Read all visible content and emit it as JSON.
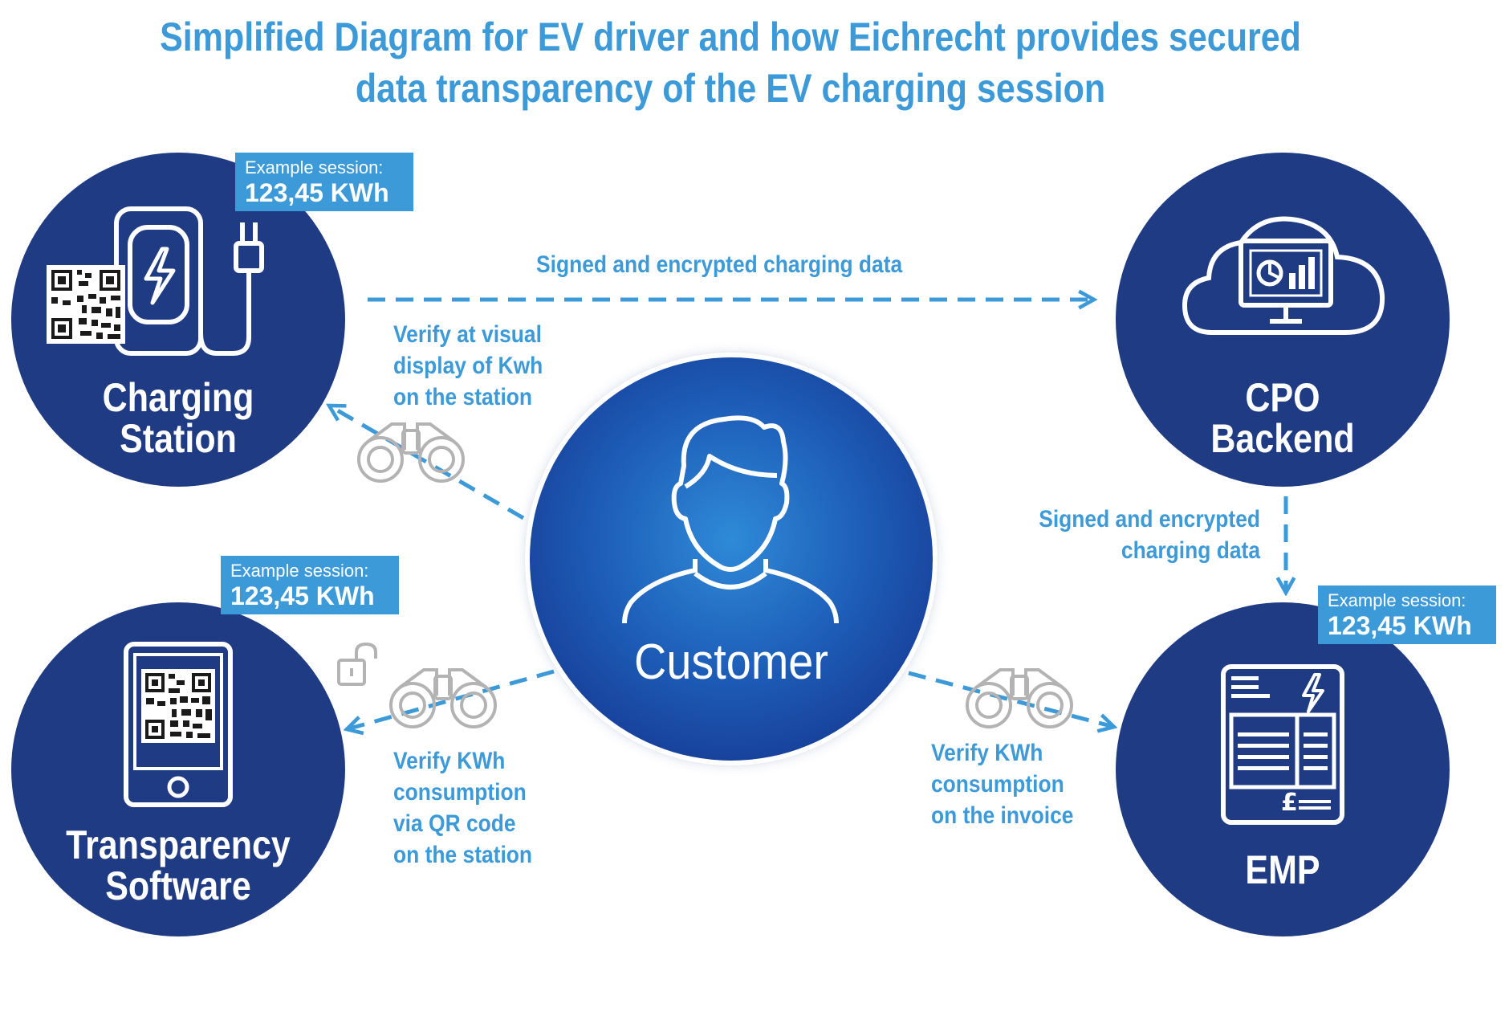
{
  "title": {
    "line1": "Simplified Diagram for EV driver and how Eichrecht provides secured",
    "line2": "data transparency of the EV charging session"
  },
  "nodes": {
    "charging_station": {
      "line1": "Charging",
      "line2": "Station"
    },
    "cpo_backend": {
      "line1": "CPO",
      "line2": "Backend"
    },
    "transparency_software": {
      "line1": "Transparency",
      "line2": "Software"
    },
    "emp": {
      "line1": "EMP"
    },
    "customer": {
      "label": "Customer"
    }
  },
  "badges": {
    "caption": "Example session:",
    "value": "123,45 KWh"
  },
  "edges": {
    "station_to_cpo": "Signed and encrypted charging data",
    "cpo_to_emp": "Signed and encrypted\ncharging data",
    "verify_display": "Verify at visual\ndisplay of Kwh\non the station",
    "verify_qr": "Verify KWh\nconsumption\nvia QR code\non the station",
    "verify_invoice": "Verify KWh\nconsumption\non the invoice"
  },
  "icons": [
    "ev-charger-icon",
    "qr-code-icon",
    "cloud-monitor-icon",
    "person-icon",
    "tablet-qr-icon",
    "invoice-icon",
    "binoculars-icon",
    "unlocked-padlock-icon"
  ],
  "colors": {
    "node": "#1f3b84",
    "accent": "#3d9ad9",
    "icon_gray": "#b3b3b3"
  }
}
